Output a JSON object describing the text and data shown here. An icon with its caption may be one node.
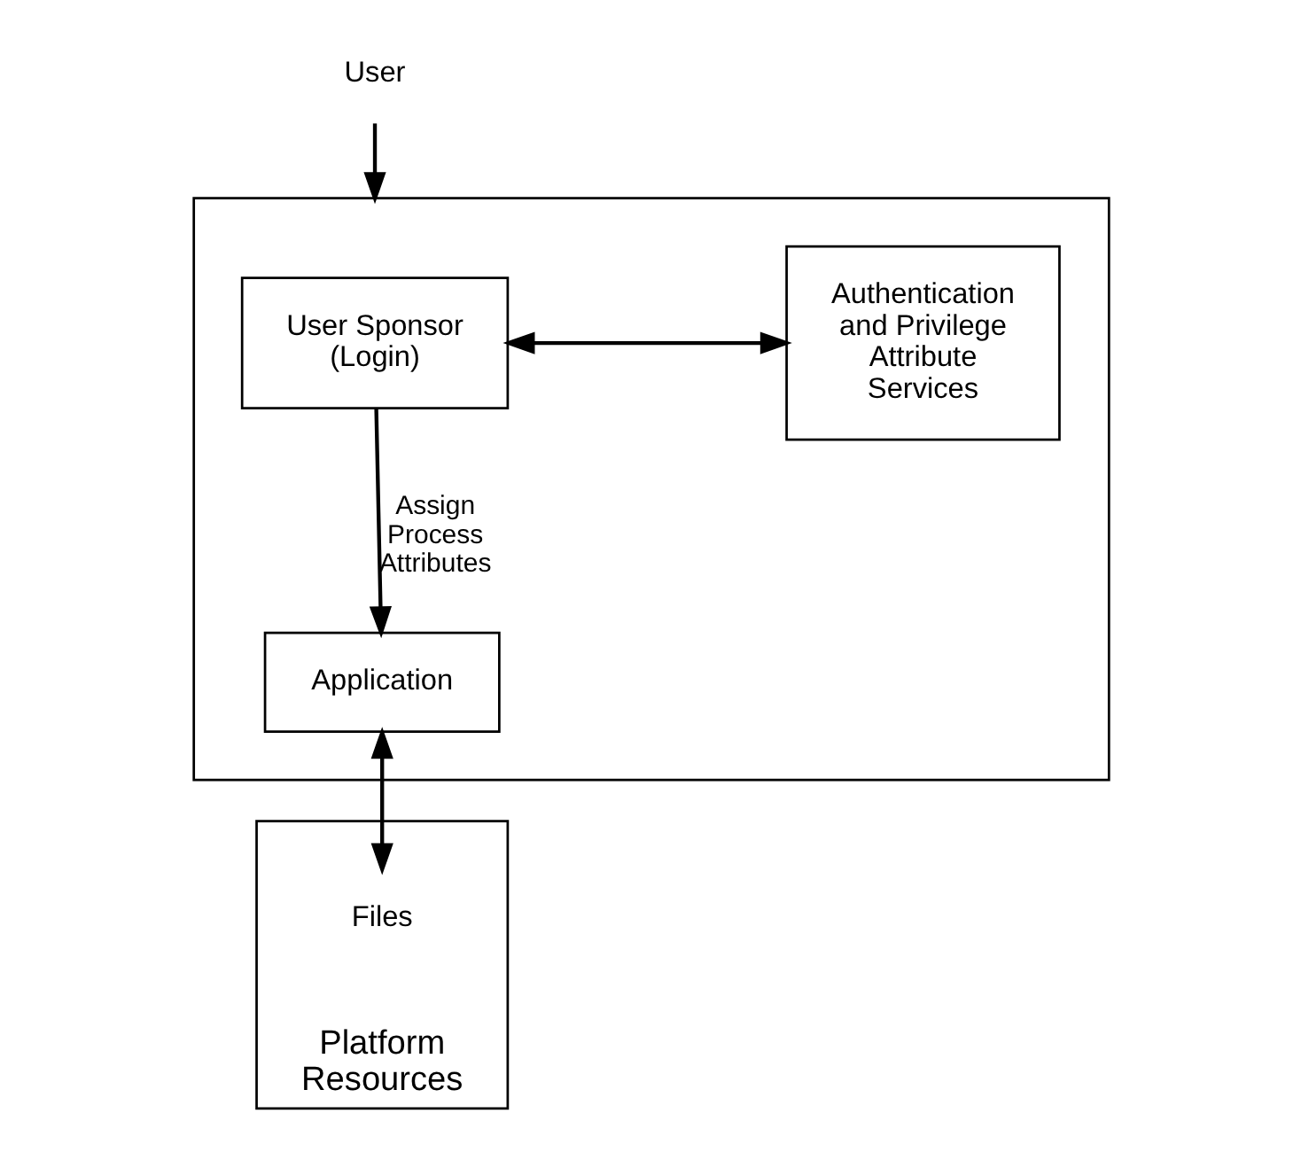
{
  "diagram": {
    "nodes": [
      {
        "text": [
          "User"
        ]
      },
      {
        "text": [],
        "shape": "box"
      },
      {
        "text": [
          "User Sponsor (Login)"
        ],
        "in": 1
      },
      {
        "text": [
          "Authentication and Privilege Attribute Services"
        ],
        "in": 1
      },
      {
        "text": [
          "Application"
        ],
        "in": 1
      },
      {
        "text": [
          "Platform Resources"
        ]
      },
      {
        "text": [
          "Files"
        ],
        "in": 5
      }
    ],
    "edges": [
      {
        "from": 0,
        "to": 1,
        "arrow": "to"
      },
      {
        "from": 2,
        "to": 3,
        "arrow": "both"
      },
      {
        "from": 2,
        "to": 4,
        "arrow": "to",
        "label": "Assign Process Attributes"
      },
      {
        "from": 4,
        "to": 6,
        "arrow": "both"
      }
    ]
  }
}
